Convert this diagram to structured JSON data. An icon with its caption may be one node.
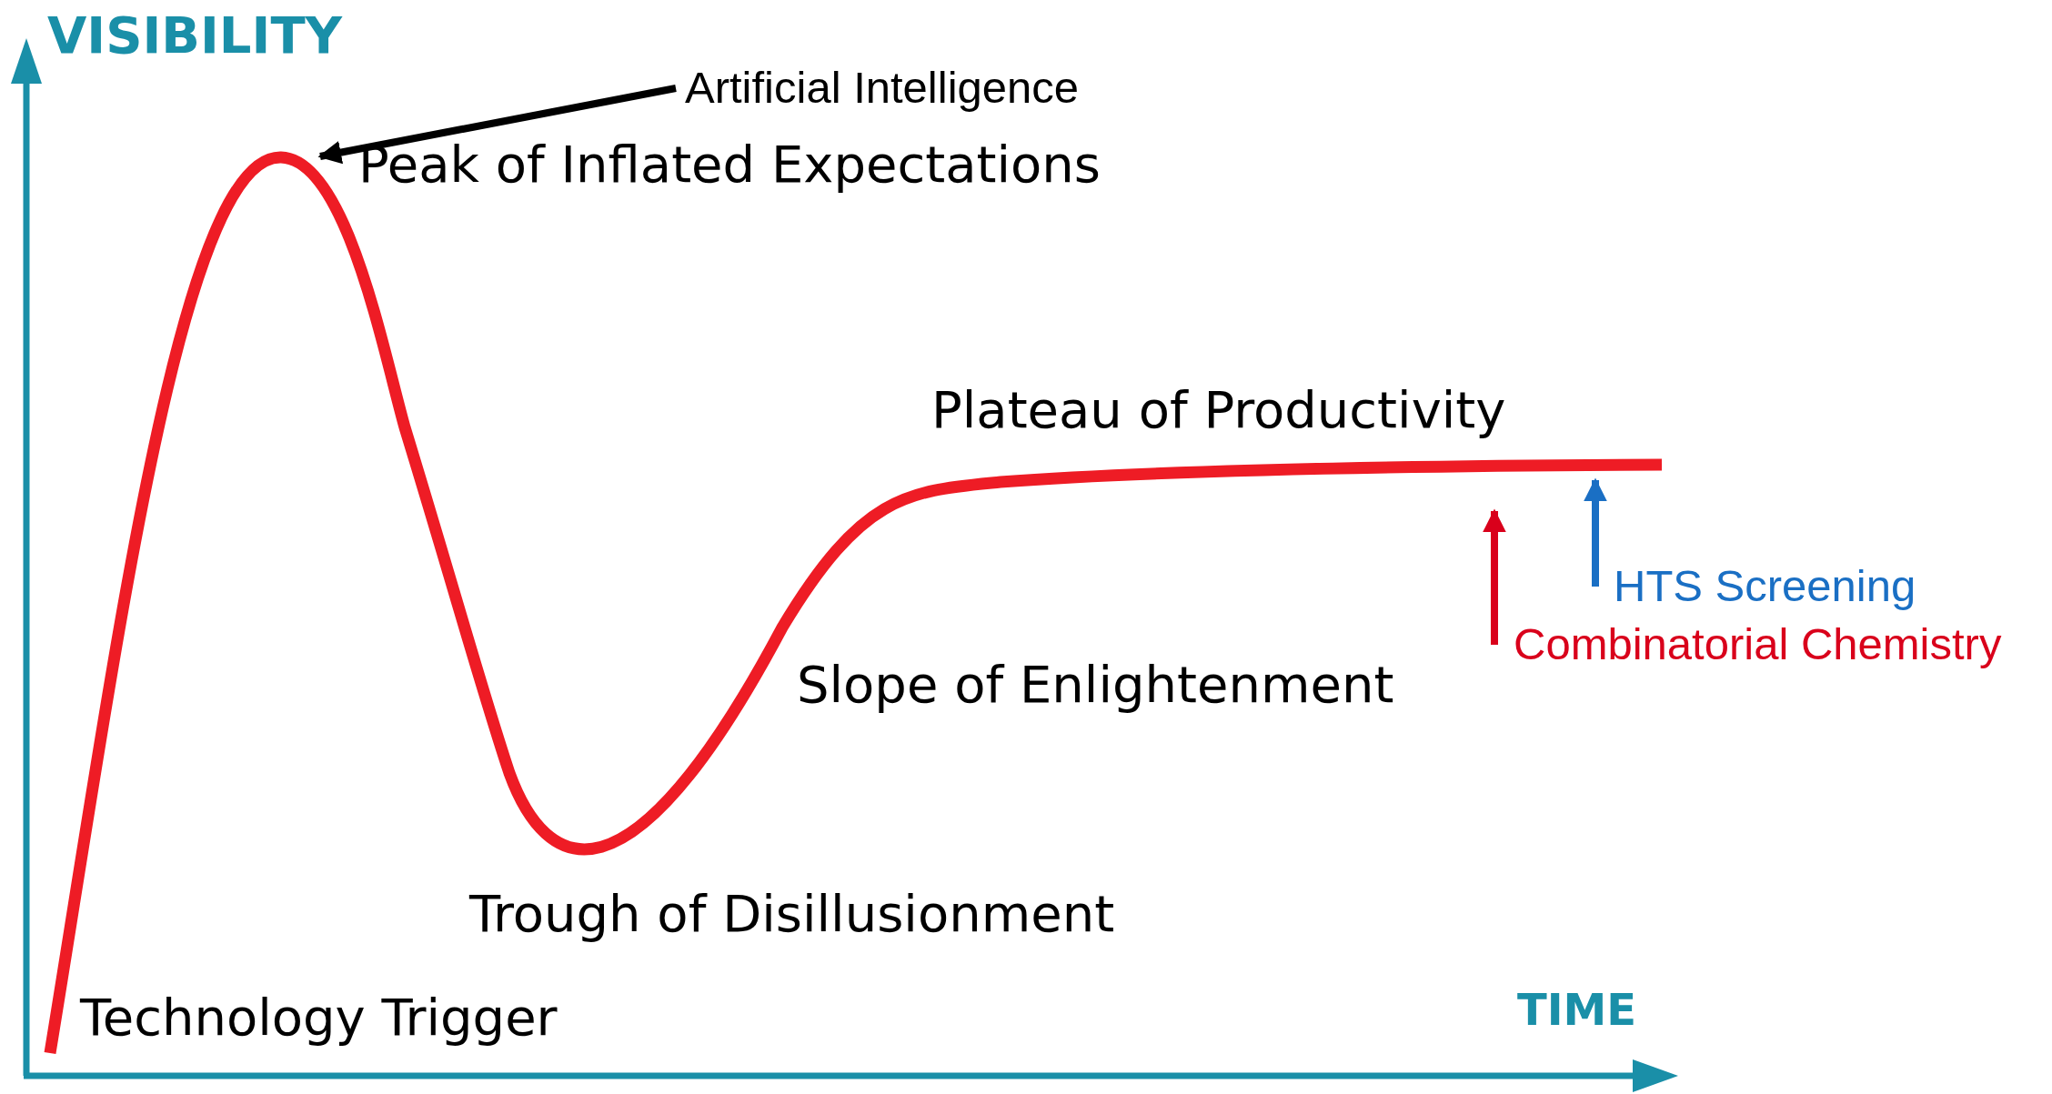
{
  "diagram": {
    "nodes": [
      {
        "text": [
          "Artificial Intelligence"
        ]
      },
      {
        "text": [
          "HTS Screening"
        ]
      },
      {
        "text": [
          "Combinatorial Chemistry"
        ]
      }
    ],
    "edges": [
      {
        "from": 0,
        "to": null,
        "arrow": "to",
        "color": "#000000"
      },
      {
        "from": 1,
        "to": null,
        "arrow": "to",
        "color": "#1a6fc4"
      },
      {
        "from": 2,
        "to": null,
        "arrow": "to",
        "color": "#d9001b"
      }
    ],
    "labels": [
      "VISIBILITY",
      "Peak of Inflated Expectations",
      "Plateau of Productivity",
      "Slope of Enlightenment",
      "Trough of Disillusionment",
      "TIME",
      "Technology Trigger"
    ]
  }
}
